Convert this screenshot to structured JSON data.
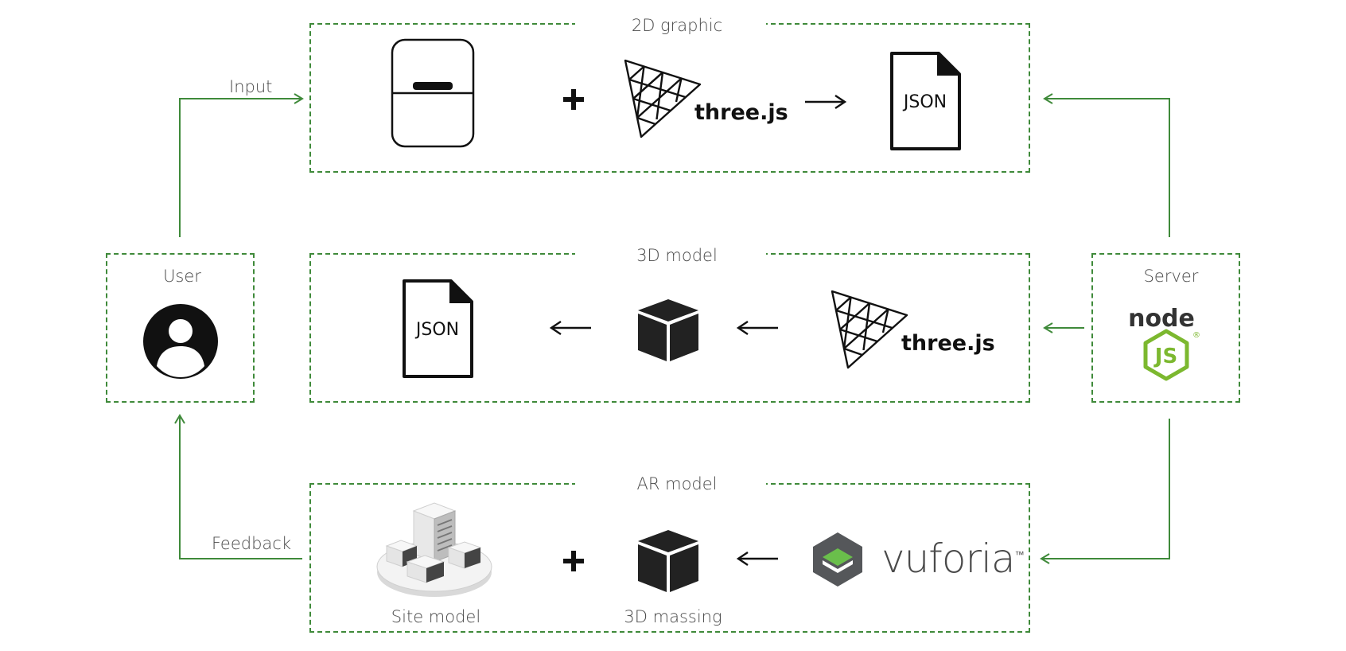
{
  "sections": {
    "graphic_2d": {
      "title": "2D graphic",
      "tool_label": "three.js",
      "output_label": "JSON"
    },
    "model_3d": {
      "title": "3D model",
      "output_label": "JSON",
      "tool_label": "three.js"
    },
    "ar_model": {
      "title": "AR model",
      "site_caption": "Site model",
      "massing_caption": "3D massing",
      "tool_label": "vuforia",
      "tool_trademark": "™"
    }
  },
  "actors": {
    "user": {
      "title": "User"
    },
    "server": {
      "title": "Server",
      "logo_text": "node",
      "logo_badge": "JS",
      "logo_mark": "®"
    }
  },
  "flows": {
    "input": "Input",
    "feedback": "Feedback"
  },
  "colors": {
    "connector": "#3f8a3a",
    "border": "#3f8a3a",
    "node_green": "#7cb82f",
    "node_dark": "#333333",
    "vuforia_green": "#6abf4b",
    "vuforia_gray": "#55575a"
  },
  "icons": [
    "tablet-icon",
    "plus-icon",
    "threejs-logo-icon",
    "arrow-icon",
    "json-file-icon",
    "cube-icon",
    "user-avatar-icon",
    "nodejs-logo-icon",
    "buildings-icon",
    "vuforia-logo-icon"
  ]
}
